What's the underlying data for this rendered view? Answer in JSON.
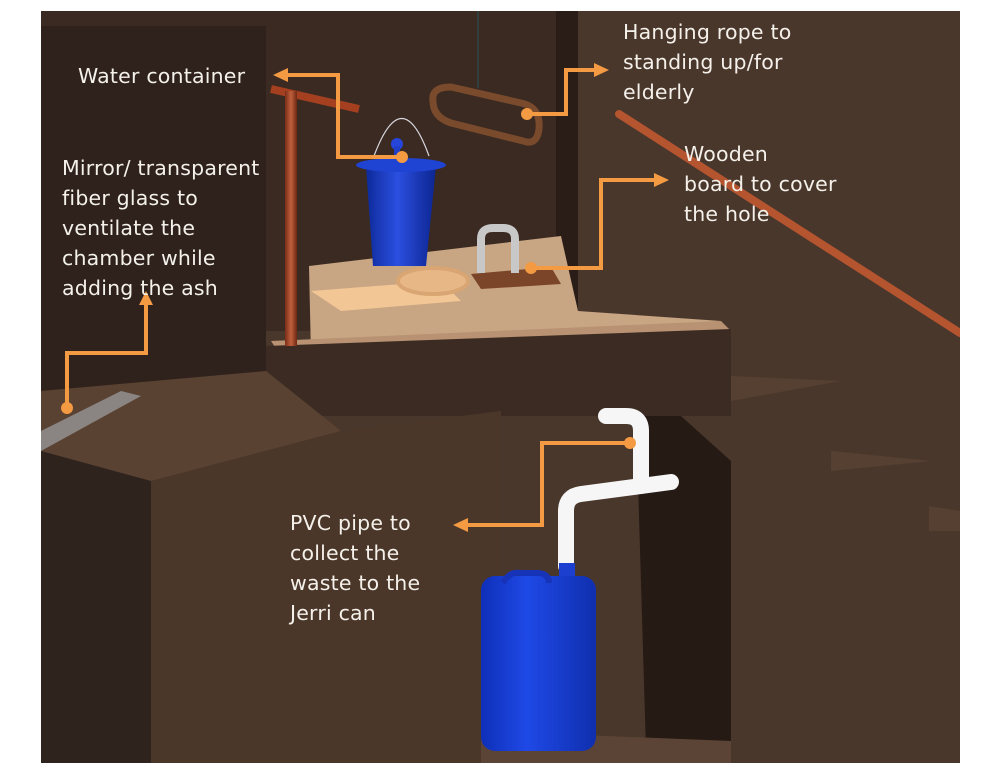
{
  "diagram": {
    "title": "Latrine design with labelled components",
    "colors": {
      "callout": "#f39a43",
      "label_text": "#f4f0ea",
      "wall_dark": "#3a2a22",
      "wall_mid": "#4a372c",
      "floor_light": "#c9a98a",
      "container_blue": "#1a3fc0",
      "pvc_white": "#f4f4f4",
      "rope": "#a0522d"
    },
    "callouts": [
      {
        "id": "water-container",
        "text": "Water container",
        "target": "bucket"
      },
      {
        "id": "mirror",
        "text": "Mirror/ transparent\nfiber glass   to\nventilate the\nchamber while\nadding the ash",
        "target": "mirror-strip"
      },
      {
        "id": "hanging-rope",
        "text": "Hanging rope to\nstanding up/for\nelderly",
        "target": "rope-loop"
      },
      {
        "id": "wooden-board",
        "text": "Wooden\nboard to cover\nthe hole",
        "target": "wooden-board"
      },
      {
        "id": "pvc-pipe",
        "text": "PVC pipe to\ncollect the\nwaste to the\nJerri can",
        "target": "pvc-pipe"
      }
    ]
  }
}
